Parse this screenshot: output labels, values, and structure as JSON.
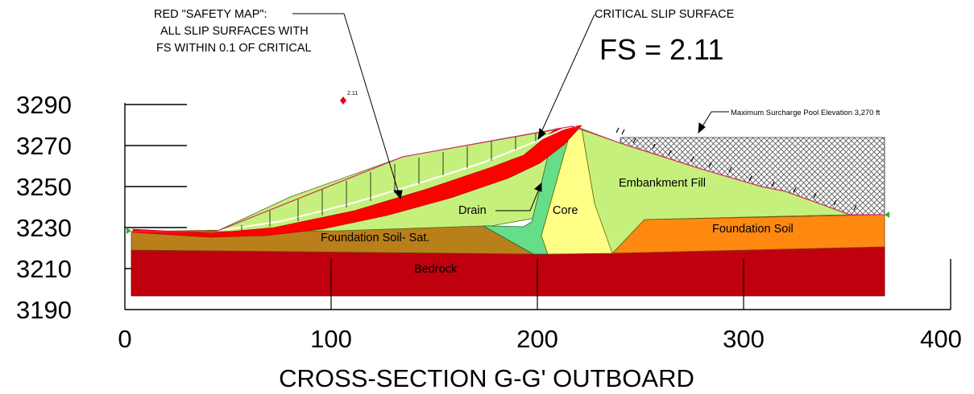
{
  "title": "CROSS-SECTION G-G' OUTBOARD",
  "fs_label": "FS = 2.11",
  "annotations": {
    "safety_map": [
      "RED \"SAFETY MAP\":",
      "ALL SLIP SURFACES WITH",
      "FS WITHIN 0.1 OF CRITICAL"
    ],
    "critical_slip": "CRITICAL SLIP SURFACE",
    "pool_elevation": "Maximum Surcharge Pool Elevation 3,270 ft",
    "center_point_fs": "2.11"
  },
  "materials": {
    "embankment_fill": "Embankment Fill",
    "drain": "Drain",
    "core": "Core",
    "foundation_soil_sat": "Foundation Soil- Sat.",
    "foundation_soil": "Foundation Soil",
    "bedrock": "Bedrock"
  },
  "axes": {
    "x_ticks": [
      "0",
      "100",
      "200",
      "300",
      "400"
    ],
    "y_ticks": [
      "3290",
      "3270",
      "3250",
      "3230",
      "3210",
      "3190"
    ]
  },
  "colors": {
    "embankment_fill": "#c6f07c",
    "drain": "#66dd88",
    "core": "#ffff88",
    "foundation_soil_sat": "#b97f1a",
    "foundation_soil": "#ff8811",
    "bedrock": "#c0000e",
    "safety_map": "#ff0000",
    "critical_slip": "#ffffff"
  }
}
